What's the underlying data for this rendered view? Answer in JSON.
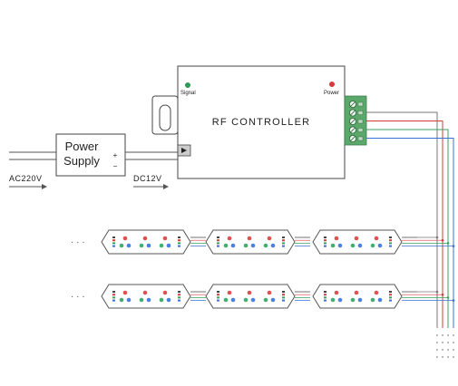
{
  "power_supply": {
    "line1": "Power",
    "line2": "Supply",
    "plus": "+",
    "minus": "−"
  },
  "controller": {
    "title": "RF CONTROLLER",
    "signal_label": "Signal",
    "power_label": "Power"
  },
  "input_label": "AC220V",
  "output_label": "DC12V",
  "continuation": "· · ·",
  "colors": {
    "line": "#555555",
    "wire_red": "#d63b3b",
    "wire_green": "#3aa060",
    "wire_blue": "#3b6fd6",
    "wire_black": "#777777",
    "led_red": "#e05050",
    "led_green": "#40b070",
    "led_blue": "#4a80e0",
    "terminal": "#5aa86a",
    "signal_led": "#2e9a56",
    "power_led": "#d63b3b"
  },
  "strip_rows": [
    {
      "modules": 3
    },
    {
      "modules": 3
    }
  ]
}
